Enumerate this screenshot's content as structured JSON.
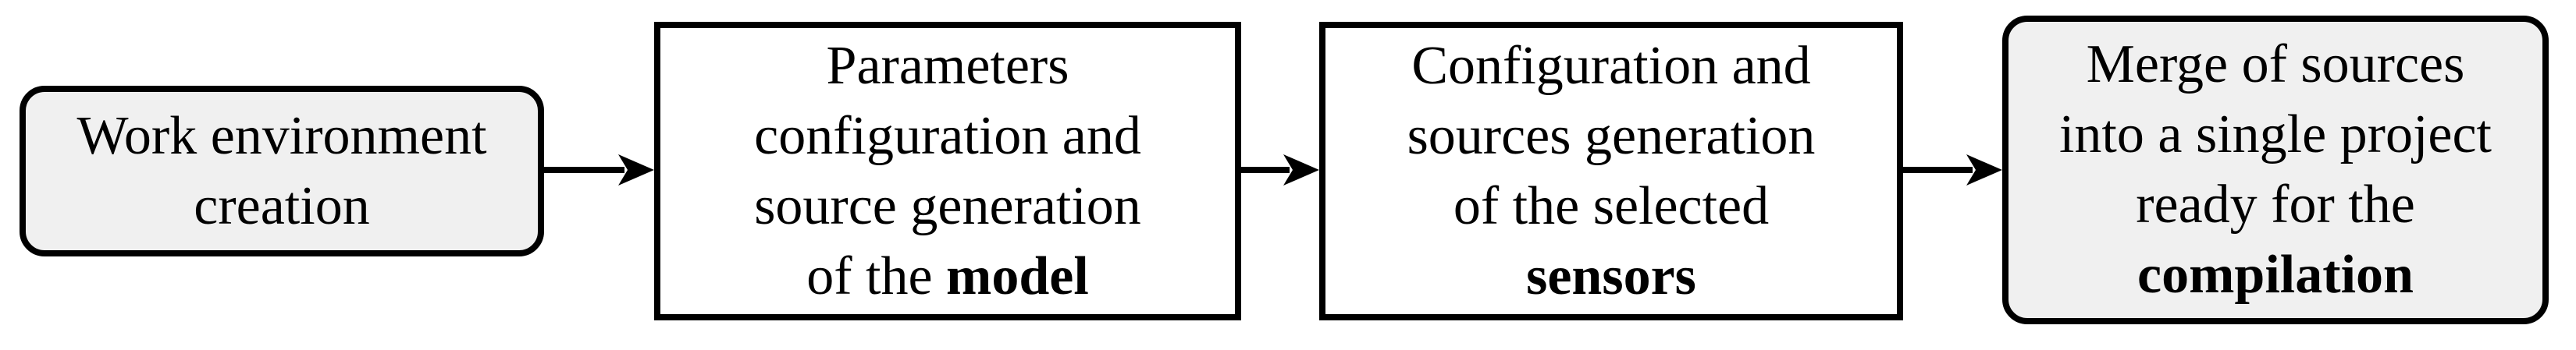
{
  "diagram": {
    "type": "flowchart",
    "direction": "left-to-right",
    "steps": {
      "step1": {
        "shape": "rounded-rectangle",
        "line1": "Work environment",
        "line2": "creation"
      },
      "step2": {
        "shape": "rectangle",
        "line1": "Parameters",
        "line2": "configuration and",
        "line3": "source generation",
        "line4_prefix": "of the ",
        "line4_bold": "model"
      },
      "step3": {
        "shape": "rectangle",
        "line1": "Configuration and",
        "line2": "sources generation",
        "line3": "of the selected",
        "line4_bold": "sensors"
      },
      "step4": {
        "shape": "rounded-rectangle",
        "line1": "Merge of sources",
        "line2": "into a single project",
        "line3": "ready for the",
        "line4_bold": "compilation"
      }
    },
    "connectors": [
      "step1->step2",
      "step2->step3",
      "step3->step4"
    ],
    "colors": {
      "terminal_fill": "#f0f0f0",
      "process_fill": "#ffffff",
      "stroke": "#000000"
    }
  }
}
